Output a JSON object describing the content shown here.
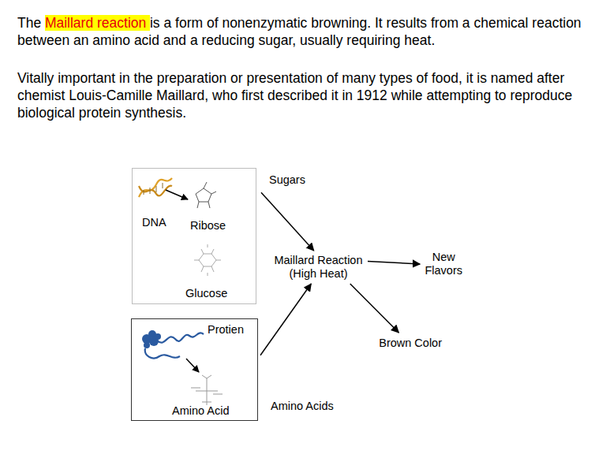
{
  "diagram": {
    "nodes": [
      {
        "text": [
          "Sugars",
          "DNA",
          "Ribose",
          "Glucose"
        ]
      },
      {
        "text": [
          "Maillard Reaction (High Heat)"
        ]
      },
      {
        "text": [
          "New Flavors"
        ]
      },
      {
        "text": [
          "Brown Color"
        ]
      },
      {
        "text": [
          "Protien",
          "Amino Acid",
          "Amino Acids"
        ]
      }
    ],
    "edges": [
      {
        "from": 0,
        "to": 1,
        "arrow": "to"
      },
      {
        "from": 4,
        "to": 1,
        "arrow": "to"
      },
      {
        "from": 1,
        "to": 2,
        "arrow": "to"
      },
      {
        "from": 1,
        "to": 3,
        "arrow": "to"
      }
    ],
    "labels": [
      "The",
      "Maillard reaction",
      "is a form of nonenzymatic browning. It results from a chemical reaction between an amino acid and a reducing sugar, usually requiring heat.",
      "Vitally important in the preparation or presentation of many types of food, it is named after chemist Louis-Camille Maillard, who first described it in 1912 while attempting to reproduce biological protein synthesis."
    ]
  }
}
